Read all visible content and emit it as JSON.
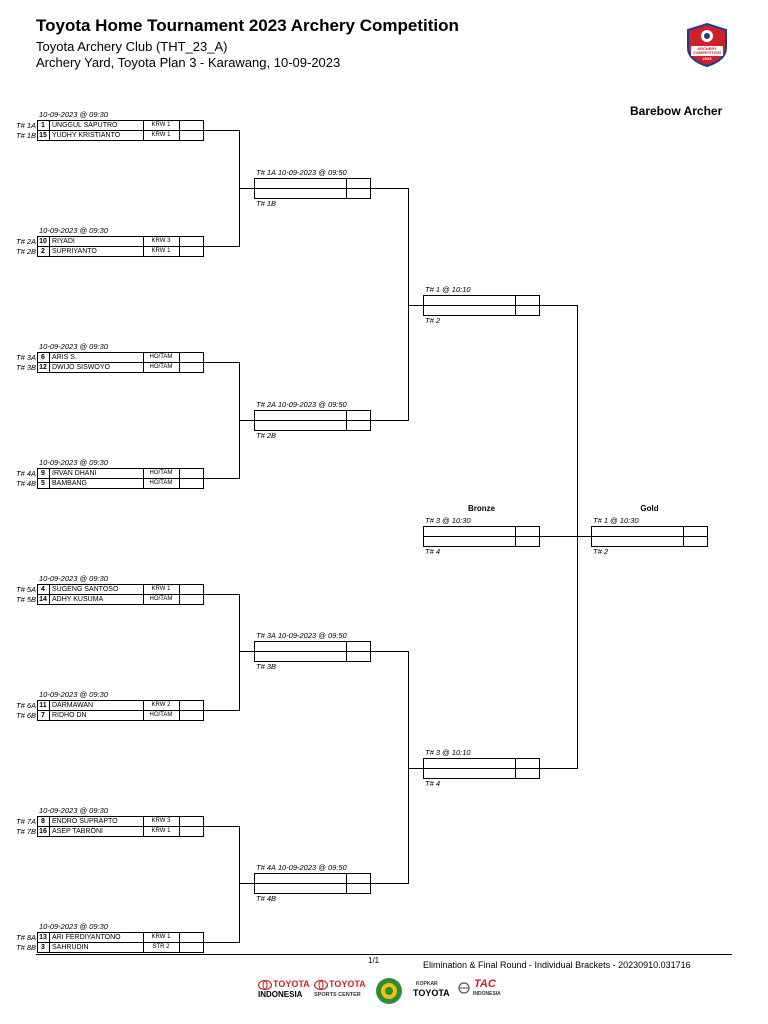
{
  "header": {
    "title": "Toyota Home Tournament 2023 Archery Competition",
    "subtitle1": "Toyota Archery Club (THT_23_A)",
    "subtitle2": "Archery Yard, Toyota Plan 3 - Karawang, 10-09-2023",
    "logo_text": "ARCHERY COMPETITION",
    "logo_year": "2023"
  },
  "category": "Barebow Archer",
  "round1": [
    {
      "time": "10-09-2023 @ 09:30",
      "a": {
        "target": "T# 1A",
        "seed": "1",
        "name": "UNGGUL SAPUTRO",
        "club": "KRW 1"
      },
      "b": {
        "target": "T# 1B",
        "seed": "15",
        "name": "YUDHY KRISTIANTO",
        "club": "KRW 1"
      }
    },
    {
      "time": "10-09-2023 @ 09:30",
      "a": {
        "target": "T# 2A",
        "seed": "10",
        "name": "RIYADI",
        "club": "KRW 3"
      },
      "b": {
        "target": "T# 2B",
        "seed": "2",
        "name": "SUPRIYANTO",
        "club": "KRW 1"
      }
    },
    {
      "time": "10-09-2023 @ 09:30",
      "a": {
        "target": "T# 3A",
        "seed": "6",
        "name": "ARIS S.",
        "club": "HO/TAM"
      },
      "b": {
        "target": "T# 3B",
        "seed": "12",
        "name": "DWIJO SISWOYO",
        "club": "HO/TAM"
      }
    },
    {
      "time": "10-09-2023 @ 09:30",
      "a": {
        "target": "T# 4A",
        "seed": "9",
        "name": "IRVAN DHANI",
        "club": "HO/TAM"
      },
      "b": {
        "target": "T# 4B",
        "seed": "5",
        "name": "BAMBANG",
        "club": "HO/TAM"
      }
    },
    {
      "time": "10-09-2023 @ 09:30",
      "a": {
        "target": "T# 5A",
        "seed": "4",
        "name": "SUGENG SANTOSO",
        "club": "KRW 1"
      },
      "b": {
        "target": "T# 5B",
        "seed": "14",
        "name": "ADHY KUSUMA",
        "club": "HO/TAM"
      }
    },
    {
      "time": "10-09-2023 @ 09:30",
      "a": {
        "target": "T# 6A",
        "seed": "11",
        "name": "DARMAWAN",
        "club": "KRW 2"
      },
      "b": {
        "target": "T# 6B",
        "seed": "7",
        "name": "RIDHO DN",
        "club": "HO/TAM"
      }
    },
    {
      "time": "10-09-2023 @ 09:30",
      "a": {
        "target": "T# 7A",
        "seed": "8",
        "name": "ENDRO SUPRAPTO",
        "club": "KRW 3"
      },
      "b": {
        "target": "T# 7B",
        "seed": "16",
        "name": "ASEP TABRONI",
        "club": "KRW 1"
      }
    },
    {
      "time": "10-09-2023 @ 09:30",
      "a": {
        "target": "T# 8A",
        "seed": "13",
        "name": "ARI FERDIYANTONO",
        "club": "KRW 1"
      },
      "b": {
        "target": "T# 8B",
        "seed": "3",
        "name": "SAHRUDIN",
        "club": "STR 2"
      }
    }
  ],
  "round2": [
    {
      "time": "T# 1A 10-09-2023 @ 09:50",
      "bottom": "T# 1B"
    },
    {
      "time": "T# 2A 10-09-2023 @ 09:50",
      "bottom": "T# 2B"
    },
    {
      "time": "T# 3A 10-09-2023 @ 09:50",
      "bottom": "T# 3B"
    },
    {
      "time": "T# 4A 10-09-2023 @ 09:50",
      "bottom": "T# 4B"
    }
  ],
  "semis": [
    {
      "time": "T# 1 @ 10:10",
      "bottom": "T# 2"
    },
    {
      "time": "T# 3 @ 10:10",
      "bottom": "T# 4"
    }
  ],
  "bronze": {
    "label": "Bronze",
    "time": "T# 3 @ 10:30",
    "bottom": "T# 4"
  },
  "gold": {
    "label": "Gold",
    "time": "T# 1 @ 10:30",
    "bottom": "T# 2"
  },
  "footer": {
    "page": "1/1",
    "text": "Elimination & Final Round -  Individual Brackets - 20230910.031716"
  },
  "sponsors": [
    {
      "main": "TOYOTA",
      "sub": "INDONESIA"
    },
    {
      "main": "TOYOTA",
      "sub": "SPORTS CENTER"
    },
    {
      "main": "KOPKAR",
      "sub": "TOYOTA"
    },
    {
      "main": "TAC",
      "sub": "INDONESIA"
    }
  ],
  "colors": {
    "logo_red": "#d0202a",
    "logo_blue": "#1a3e8c",
    "sponsor_red": "#d0202a",
    "sponsor_green": "#2e8b3a",
    "text": "#000000"
  }
}
